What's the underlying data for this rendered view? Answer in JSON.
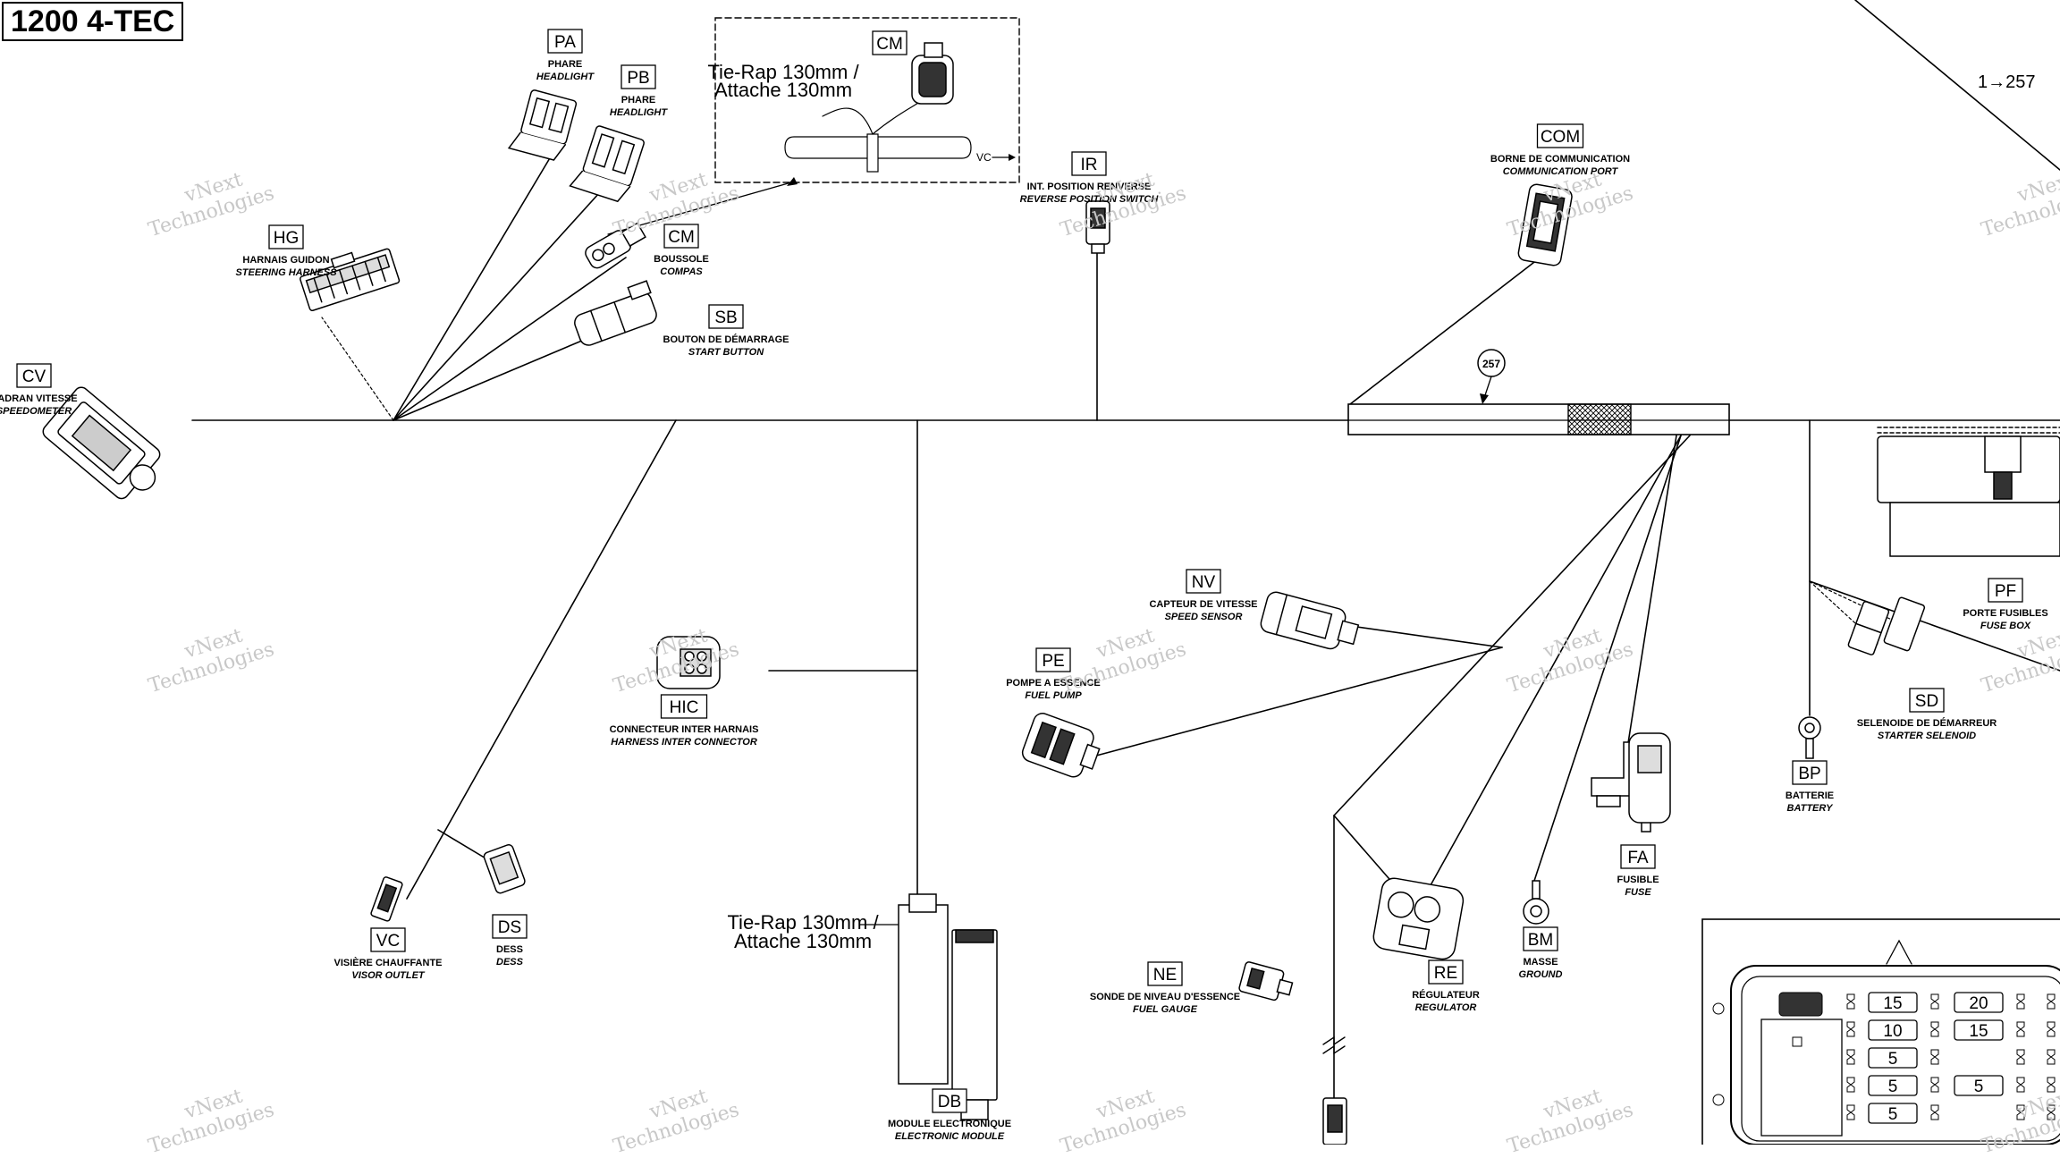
{
  "model_title": "1200 4-TEC",
  "page_ref": "1→257",
  "marker_257": "257",
  "tie_rap_top": [
    "Tie-Rap 130mm /",
    "Attache 130mm"
  ],
  "tie_rap_bottom": [
    "Tie-Rap 130mm /",
    "Attache 130mm"
  ],
  "vc_arrow_label": "VC",
  "watermark": [
    "vNext",
    "Technologies"
  ],
  "connectors": [
    {
      "code": "PA",
      "fr": "PHARE",
      "en": "HEADLIGHT"
    },
    {
      "code": "PB",
      "fr": "PHARE",
      "en": "HEADLIGHT"
    },
    {
      "code": "CM",
      "fr": "",
      "en": ""
    },
    {
      "code": "IR",
      "fr": "INT. POSITION RENVERSE",
      "en": "REVERSE POSITION SWITCH"
    },
    {
      "code": "COM",
      "fr": "BORNE DE COMMUNICATION",
      "en": "COMMUNICATION PORT"
    },
    {
      "code": "HG",
      "fr": "HARNAIS GUIDON",
      "en": "STEERING HARNESS"
    },
    {
      "code": "CM",
      "fr": "BOUSSOLE",
      "en": "COMPAS"
    },
    {
      "code": "SB",
      "fr": "BOUTON DE DÉMARRAGE",
      "en": "START BUTTON"
    },
    {
      "code": "CV",
      "fr": "CADRAN VITESSE",
      "en": "SPEEDOMETER"
    },
    {
      "code": "NV",
      "fr": "CAPTEUR DE VITESSE",
      "en": "SPEED SENSOR"
    },
    {
      "code": "PF",
      "fr": "PORTE FUSIBLES",
      "en": "FUSE BOX"
    },
    {
      "code": "PE",
      "fr": "POMPE A ESSENCE",
      "en": "FUEL PUMP"
    },
    {
      "code": "HIC",
      "fr": "CONNECTEUR INTER HARNAIS",
      "en": "HARNESS INTER CONNECTOR"
    },
    {
      "code": "SD",
      "fr": "SELENOIDE DE DÉMARREUR",
      "en": "STARTER SELENOID"
    },
    {
      "code": "BP",
      "fr": "BATTERIE",
      "en": "BATTERY"
    },
    {
      "code": "FA",
      "fr": "FUSIBLE",
      "en": "FUSE"
    },
    {
      "code": "VC",
      "fr": "VISIÈRE CHAUFFANTE",
      "en": "VISOR OUTLET"
    },
    {
      "code": "DS",
      "fr": "DESS",
      "en": "DESS"
    },
    {
      "code": "NE",
      "fr": "SONDE DE NIVEAU D'ESSENCE",
      "en": "FUEL GAUGE"
    },
    {
      "code": "RE",
      "fr": "RÉGULATEUR",
      "en": "REGULATOR"
    },
    {
      "code": "BM",
      "fr": "MASSE",
      "en": "GROUND"
    },
    {
      "code": "DB",
      "fr": "MODULE ELECTRONIQUE",
      "en": "ELECTRONIC MODULE"
    }
  ],
  "fuse_ratings": [
    "15",
    "20",
    "10",
    "15",
    "5",
    "5",
    "5",
    "5"
  ]
}
